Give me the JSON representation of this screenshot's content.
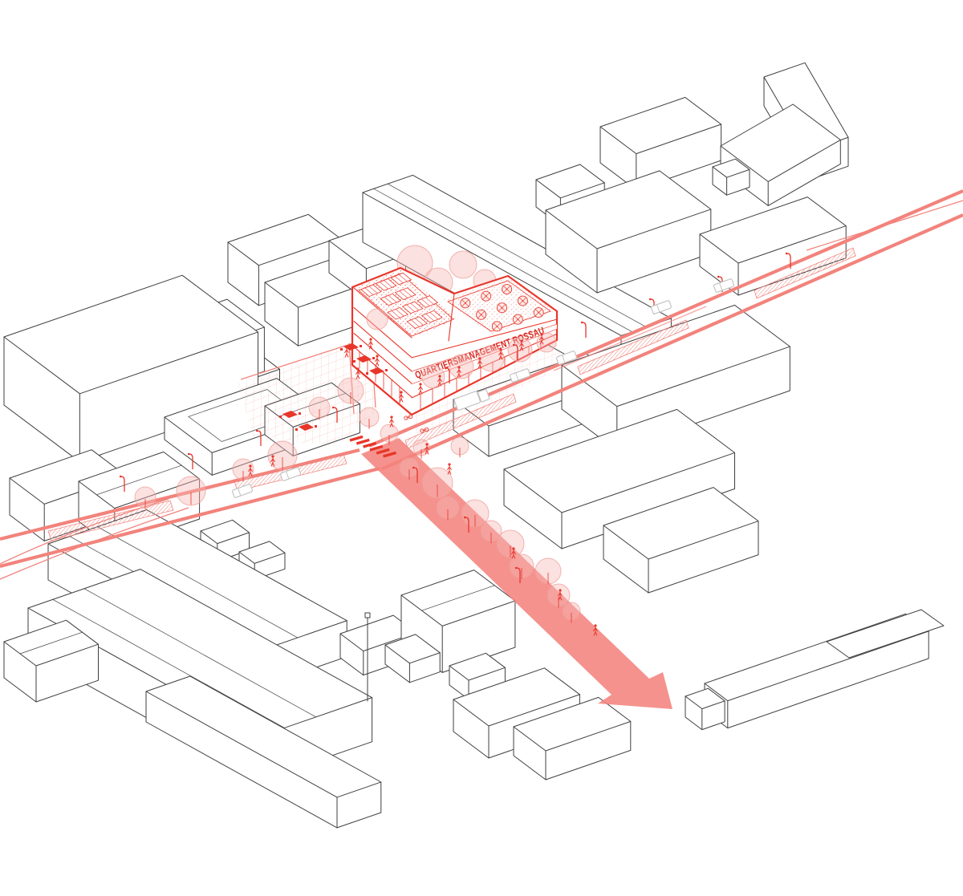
{
  "building_label": "QUARTIERSMANAGEMENT ROSSAU",
  "diagram": {
    "type": "axonometric-urban-plan",
    "highlight": "new quarter-management building with solar roof and roof garden",
    "features": [
      "main street corridor",
      "pedestrian axis with direction arrow",
      "street trees",
      "plaza with tables",
      "crosswalk"
    ]
  },
  "colors": {
    "ink": "#3f3f3f",
    "red": "#e8362a",
    "red_dark": "#d8261e",
    "street": "#f2837c",
    "arrow": "#f4837d",
    "tree_fill": "#f5b8b4",
    "tree_stroke": "#ef9d97",
    "grid": "#ef968f",
    "vehicle": "#c4c4c4"
  }
}
